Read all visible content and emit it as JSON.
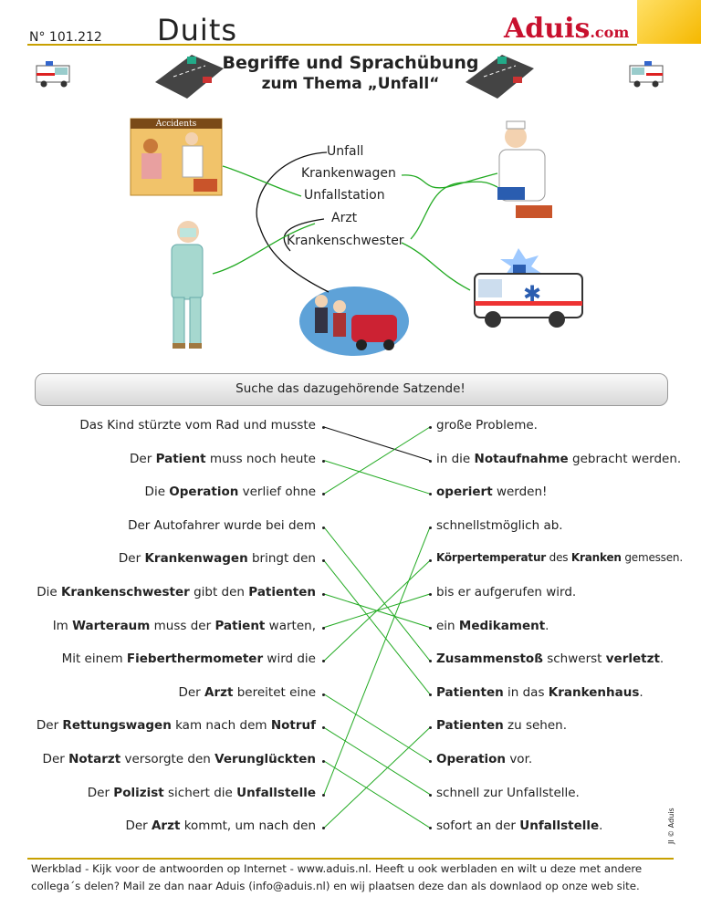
{
  "header": {
    "number": "N° 101.212",
    "subject": "Duits",
    "logo_main": "Aduis",
    "logo_tld": ".com",
    "title_line1": "Begriffe und Sprachübung",
    "title_line2": "zum Thema „Unfall“"
  },
  "vocab": {
    "caption": "Accidents",
    "words": [
      "Unfall",
      "Krankenwagen",
      "Unfallstation",
      "Arzt",
      "Krankenschwester"
    ]
  },
  "exercise": {
    "instruction": "Suche das dazugehörende Satzende!",
    "left": [
      [
        {
          "t": "Das Kind stürzte vom Rad und musste"
        }
      ],
      [
        {
          "t": "Der "
        },
        {
          "t": "Patient",
          "b": true
        },
        {
          "t": " muss noch heute"
        }
      ],
      [
        {
          "t": "Die "
        },
        {
          "t": "Operation",
          "b": true
        },
        {
          "t": " verlief ohne"
        }
      ],
      [
        {
          "t": "Der Autofahrer wurde bei dem"
        }
      ],
      [
        {
          "t": "Der "
        },
        {
          "t": "Krankenwagen",
          "b": true
        },
        {
          "t": " bringt den"
        }
      ],
      [
        {
          "t": "Die "
        },
        {
          "t": "Krankenschwester",
          "b": true
        },
        {
          "t": " gibt den "
        },
        {
          "t": "Patienten",
          "b": true
        }
      ],
      [
        {
          "t": "Im "
        },
        {
          "t": "Warteraum",
          "b": true
        },
        {
          "t": " muss der "
        },
        {
          "t": "Patient",
          "b": true
        },
        {
          "t": "  warten,"
        }
      ],
      [
        {
          "t": "Mit einem "
        },
        {
          "t": "Fieberthermometer",
          "b": true
        },
        {
          "t": " wird die"
        }
      ],
      [
        {
          "t": "Der "
        },
        {
          "t": "Arzt",
          "b": true
        },
        {
          "t": " bereitet eine"
        }
      ],
      [
        {
          "t": "Der "
        },
        {
          "t": "Rettungswagen",
          "b": true
        },
        {
          "t": " kam nach dem "
        },
        {
          "t": "Notruf",
          "b": true
        }
      ],
      [
        {
          "t": "Der "
        },
        {
          "t": "Notarzt",
          "b": true
        },
        {
          "t": " versorgte den "
        },
        {
          "t": "Verunglückten",
          "b": true
        }
      ],
      [
        {
          "t": "Der "
        },
        {
          "t": "Polizist",
          "b": true
        },
        {
          "t": " sichert die "
        },
        {
          "t": "Unfallstelle",
          "b": true
        }
      ],
      [
        {
          "t": "Der "
        },
        {
          "t": "Arzt",
          "b": true
        },
        {
          "t": "  kommt, um nach den"
        }
      ]
    ],
    "right": [
      [
        {
          "t": "große Probleme."
        }
      ],
      [
        {
          "t": "in die "
        },
        {
          "t": "Notaufnahme",
          "b": true
        },
        {
          "t": " gebracht werden."
        }
      ],
      [
        {
          "t": "operiert",
          "b": true
        },
        {
          "t": " werden!"
        }
      ],
      [
        {
          "t": "schnellstmöglich ab."
        }
      ],
      [
        {
          "t": "Körpertemperatur",
          "b": true
        },
        {
          "t": " des "
        },
        {
          "t": "Kranken",
          "b": true
        },
        {
          "t": " gemessen."
        }
      ],
      [
        {
          "t": "bis er aufgerufen wird."
        }
      ],
      [
        {
          "t": "ein "
        },
        {
          "t": "Medikament",
          "b": true
        },
        {
          "t": "."
        }
      ],
      [
        {
          "t": "Zusammenstoß",
          "b": true
        },
        {
          "t": " schwerst "
        },
        {
          "t": "verletzt",
          "b": true
        },
        {
          "t": "."
        }
      ],
      [
        {
          "t": "Patienten",
          "b": true
        },
        {
          "t": " in das "
        },
        {
          "t": "Krankenhaus",
          "b": true
        },
        {
          "t": "."
        }
      ],
      [
        {
          "t": "Patienten",
          "b": true
        },
        {
          "t": " zu sehen."
        }
      ],
      [
        {
          "t": "Operation",
          "b": true
        },
        {
          "t": " vor."
        }
      ],
      [
        {
          "t": "schnell zur Unfallstelle."
        }
      ],
      [
        {
          "t": "sofort an der "
        },
        {
          "t": "Unfallstelle",
          "b": true
        },
        {
          "t": "."
        }
      ]
    ],
    "matches": [
      [
        0,
        1
      ],
      [
        1,
        2
      ],
      [
        2,
        0
      ],
      [
        3,
        7
      ],
      [
        4,
        8
      ],
      [
        5,
        6
      ],
      [
        6,
        5
      ],
      [
        7,
        4
      ],
      [
        8,
        10
      ],
      [
        9,
        11
      ],
      [
        10,
        12
      ],
      [
        11,
        3
      ],
      [
        12,
        9
      ]
    ]
  },
  "footer": {
    "line1": "Werkblad - Kijk voor de antwoorden op Internet - www.aduis.nl. Heeft u ook werbladen en wilt u deze met andere",
    "line2": "collega´s delen? Mail ze dan naar Aduis (info@aduis.nl) en wij plaatsen deze dan als downlaod op onze web site.",
    "side": "JI   © Aduis"
  },
  "colors": {
    "accent": "#c8a000",
    "logo": "#c8102e",
    "match_line": "#22aa22"
  }
}
